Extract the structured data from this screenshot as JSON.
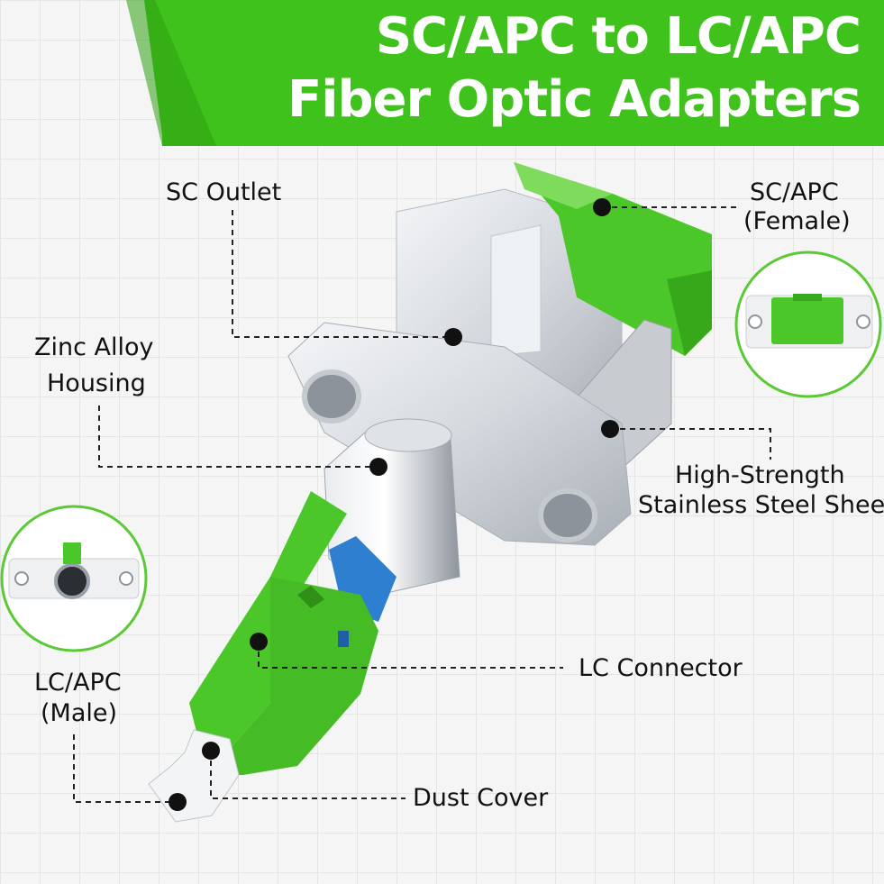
{
  "title": {
    "line1": "SC/APC to LC/APC",
    "line2": "Fiber Optic Adapters"
  },
  "labels": {
    "sc_outlet": "SC Outlet",
    "zinc_line1": "Zinc Alloy",
    "zinc_line2": "Housing",
    "sc_apc_line1": "SC/APC",
    "sc_apc_line2": "(Female)",
    "steel_line1": "High-Strength",
    "steel_line2": "Stainless Steel Sheet",
    "lc_connector": "LC Connector",
    "lc_apc_line1": "LC/APC",
    "lc_apc_line2": "(Male)",
    "dust_cover": "Dust Cover"
  },
  "colors": {
    "banner_green": "#3fc21c",
    "connector_green": "#4cc72a",
    "ring_green": "#5bc936",
    "sleeve_blue": "#2e7fd0",
    "metal": "#d9dde2",
    "text": "#111111"
  }
}
